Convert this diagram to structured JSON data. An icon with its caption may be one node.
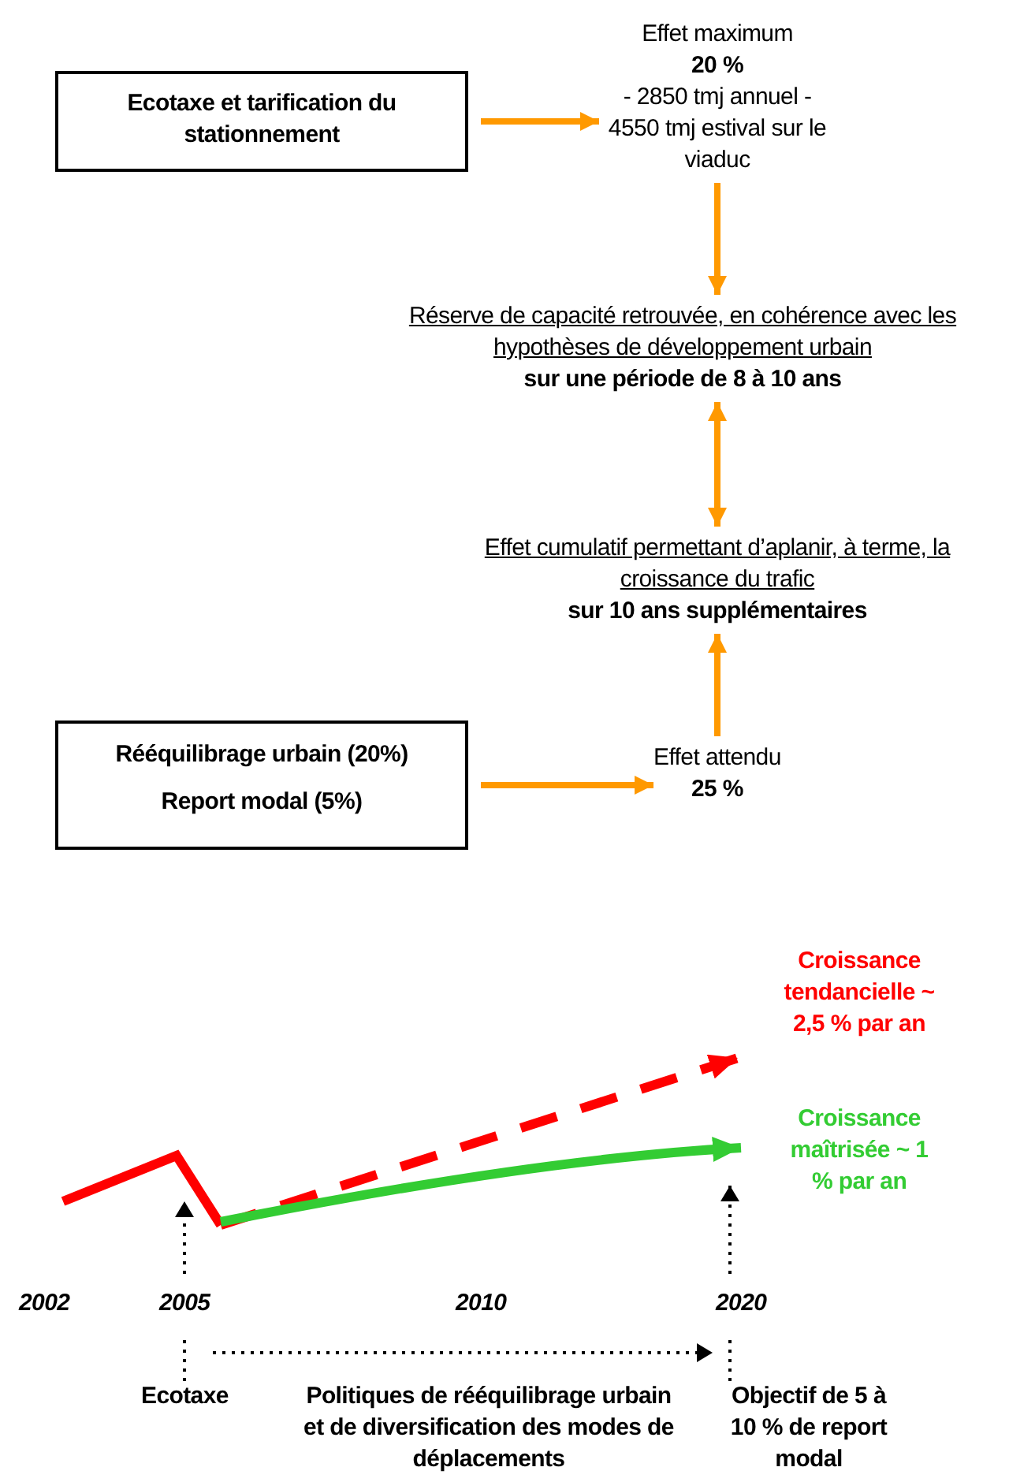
{
  "diagram": {
    "nodes": [
      {
        "text": [
          "Ecotaxe et tarification du stationnement"
        ]
      },
      {
        "text": [
          "Effet maximum",
          "20 %",
          "- 2850 tmj annuel - 4550 tmj estival sur le viaduc"
        ]
      },
      {
        "text": [
          "Réserve de capacité retrouvée, en cohérence avec les hypothèses de développement urbain",
          "sur une période de 8 à 10 ans"
        ]
      },
      {
        "text": [
          "Effet cumulatif permettant d’aplanir, à terme, la croissance du trafic",
          "sur 10 ans supplémentaires"
        ]
      },
      {
        "text": [
          "Rééquilibrage urbain (20%)",
          "Report modal (5%)"
        ]
      },
      {
        "text": [
          "Effet attendu",
          "25 %"
        ]
      },
      {
        "text": [
          "Ecotaxe"
        ]
      },
      {
        "text": [
          "Objectif de 5 à 10 % de report modal"
        ]
      }
    ],
    "edges": [
      {
        "from": 0,
        "to": 1,
        "arrow": "to"
      },
      {
        "from": 1,
        "to": 2,
        "arrow": "to"
      },
      {
        "from": 2,
        "to": 3,
        "arrow": "both"
      },
      {
        "from": 5,
        "to": 3,
        "arrow": "to"
      },
      {
        "from": 4,
        "to": 5,
        "arrow": "to"
      },
      {
        "from": 6,
        "to": null,
        "arrow": "to",
        "style": "dashed",
        "color": "#000000"
      },
      {
        "from": 7,
        "to": null,
        "arrow": "to",
        "style": "dashed",
        "color": "#000000"
      }
    ],
    "labels": [
      "Croissance tendancielle ~ 2,5 % par an",
      "Croissance maîtrisée ~ 1 % par an",
      "2002",
      "2005",
      "2010",
      "2020",
      "Politiques de rééquilibrage urbain et de diversification des modes de déplacements"
    ]
  }
}
